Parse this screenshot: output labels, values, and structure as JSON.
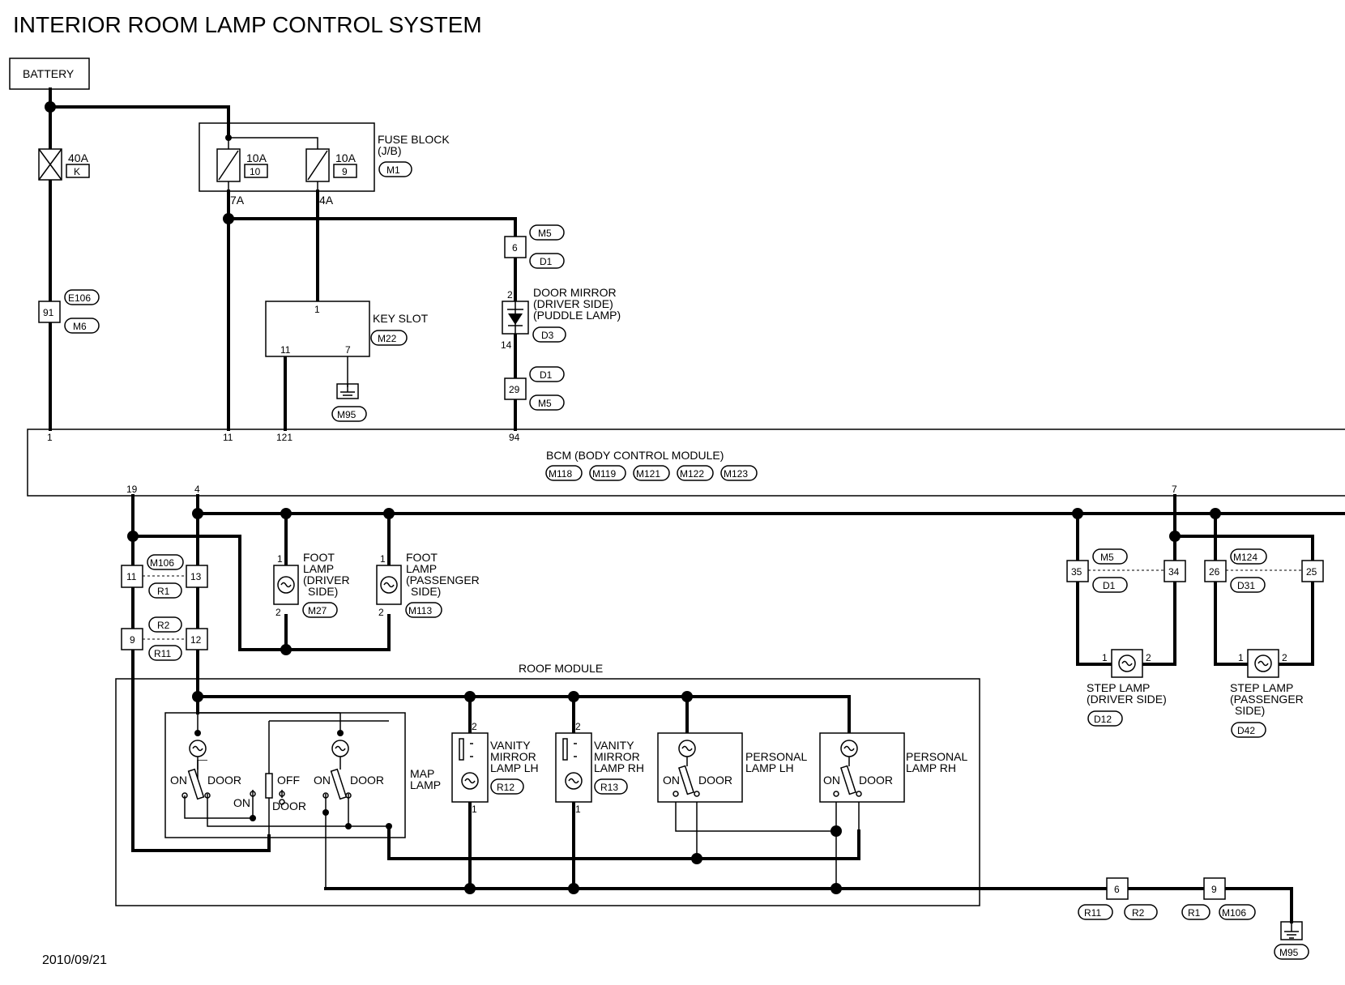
{
  "title": "INTERIOR ROOM LAMP CONTROL SYSTEM",
  "date": "2010/09/21",
  "battery": "BATTERY",
  "fuse_40a": {
    "rating": "40A",
    "id": "K"
  },
  "fuse_block": {
    "label1": "FUSE BLOCK",
    "label2": "(J/B)",
    "conn": "M1",
    "f1_rating": "10A",
    "f1_num": "10",
    "f2_rating": "10A",
    "f2_num": "9",
    "pin_7a": "7A",
    "pin_4a": "4A"
  },
  "joint_91": {
    "num": "91",
    "c1": "E106",
    "c2": "M6"
  },
  "key_slot": {
    "label": "KEY SLOT",
    "conn": "M22",
    "pin1": "1",
    "pin11": "11",
    "pin7": "7",
    "ground": "M95"
  },
  "joint_6": {
    "num": "6",
    "c1": "M5",
    "c2": "D1"
  },
  "door_mirror": {
    "l1": "DOOR MIRROR",
    "l2": "(DRIVER SIDE)",
    "l3": "(PUDDLE LAMP)",
    "conn": "D3",
    "pin_top": "2",
    "pin_bot": "14"
  },
  "joint_29": {
    "num": "29",
    "c1": "D1",
    "c2": "M5"
  },
  "bcm": {
    "label": "BCM (BODY CONTROL MODULE)",
    "conns": [
      "M118",
      "M119",
      "M121",
      "M122",
      "M123"
    ],
    "pins_top": [
      "1",
      "11",
      "121",
      "94"
    ],
    "pins_bot": [
      "19",
      "4",
      "7"
    ]
  },
  "joint_11_13": {
    "left": "11",
    "right": "13",
    "c1": "M106",
    "c2": "R1"
  },
  "joint_9_12": {
    "left": "9",
    "right": "12",
    "c1": "R2",
    "c2": "R11"
  },
  "foot_lamp_driver": {
    "l1": "FOOT",
    "l2": "LAMP",
    "l3": "(DRIVER",
    "l4": "SIDE)",
    "conn": "M27",
    "p1": "1",
    "p2": "2"
  },
  "foot_lamp_pass": {
    "l1": "FOOT",
    "l2": "LAMP",
    "l3": "(PASSENGER",
    "l4": "SIDE)",
    "conn": "M113",
    "p1": "1",
    "p2": "2"
  },
  "roof_module": "ROOF MODULE",
  "map_lamp": {
    "l1": "MAP",
    "l2": "LAMP",
    "on1": "ON",
    "door1": "DOOR",
    "off": "OFF",
    "on_mid": "ON",
    "door_mid": "DOOR",
    "on2": "ON",
    "door2": "DOOR"
  },
  "vanity_lh": {
    "l1": "VANITY",
    "l2": "MIRROR",
    "l3": "LAMP LH",
    "conn": "R12",
    "p2": "2",
    "p1": "1"
  },
  "vanity_rh": {
    "l1": "VANITY",
    "l2": "MIRROR",
    "l3": "LAMP RH",
    "conn": "R13",
    "p2": "2",
    "p1": "1"
  },
  "personal_lh": {
    "l1": "PERSONAL",
    "l2": "LAMP LH",
    "on": "ON",
    "door": "DOOR"
  },
  "personal_rh": {
    "l1": "PERSONAL",
    "l2": "LAMP RH",
    "on": "ON",
    "door": "DOOR"
  },
  "step_driver": {
    "j_left": "35",
    "j_right": "34",
    "c1": "M5",
    "c2": "D1",
    "p1": "1",
    "p2": "2",
    "l1": "STEP LAMP",
    "l2": "(DRIVER SIDE)",
    "conn": "D12"
  },
  "step_pass": {
    "j_left": "26",
    "j_right": "25",
    "c1": "M124",
    "c2": "D31",
    "p1": "1",
    "p2": "2",
    "l1": "STEP LAMP",
    "l2": "(PASSENGER",
    "l3": "SIDE)",
    "conn": "D42"
  },
  "ground_joint_6": {
    "num": "6",
    "c1": "R11",
    "c2": "R2"
  },
  "ground_joint_9": {
    "num": "9",
    "c1": "R1",
    "c2": "M106"
  },
  "ground_final": "M95"
}
